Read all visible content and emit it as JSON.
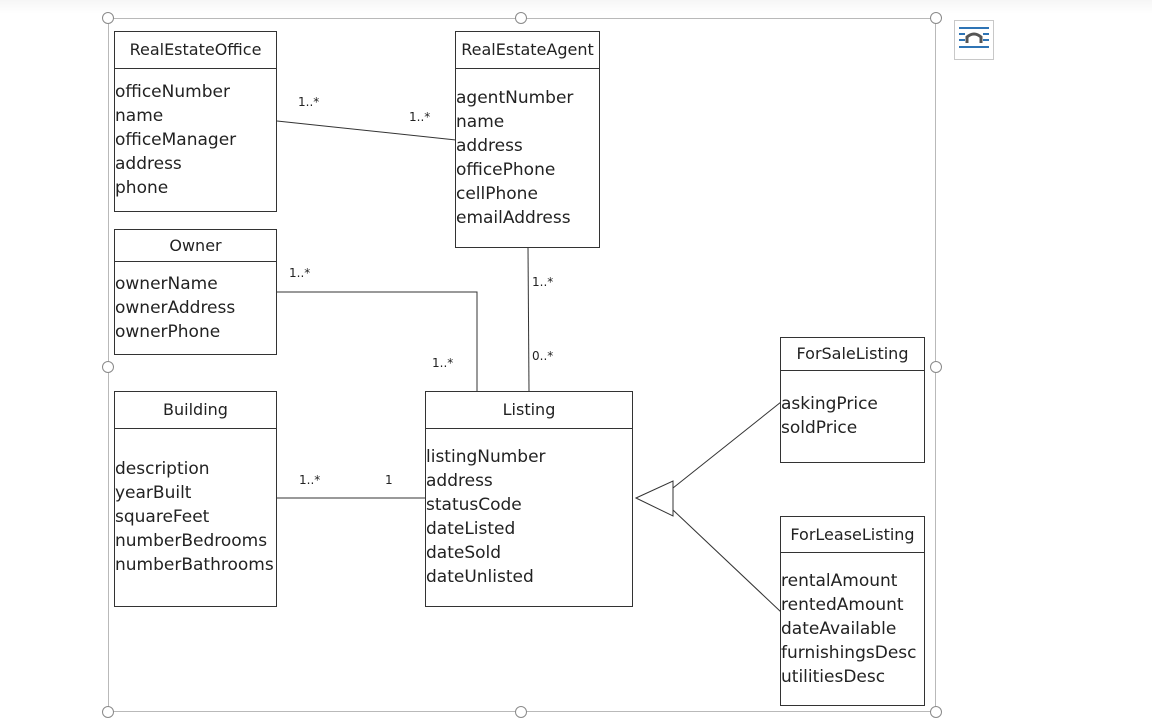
{
  "classes": {
    "real_estate_office": {
      "name": "RealEstateOffice",
      "attributes": [
        "officeNumber",
        "name",
        "officeManager",
        "address",
        "phone"
      ]
    },
    "real_estate_agent": {
      "name": "RealEstateAgent",
      "attributes": [
        "agentNumber",
        "name",
        "address",
        "officePhone",
        "cellPhone",
        "emailAddress"
      ]
    },
    "owner": {
      "name": "Owner",
      "attributes": [
        "ownerName",
        "ownerAddress",
        "ownerPhone"
      ]
    },
    "building": {
      "name": "Building",
      "attributes": [
        "description",
        "yearBuilt",
        "squareFeet",
        "numberBedrooms",
        "numberBathrooms"
      ]
    },
    "listing": {
      "name": "Listing",
      "attributes": [
        "listingNumber",
        "address",
        "statusCode",
        "dateListed",
        "dateSold",
        "dateUnlisted"
      ]
    },
    "for_sale_listing": {
      "name": "ForSaleListing",
      "attributes": [
        "askingPrice",
        "soldPrice"
      ]
    },
    "for_lease_listing": {
      "name": "ForLeaseListing",
      "attributes": [
        "rentalAmount",
        "rentedAmount",
        "dateAvailable",
        "furnishingsDesc",
        "utilitiesDesc"
      ]
    }
  },
  "multiplicities": {
    "office_agent_office_end": "1..*",
    "office_agent_agent_end": "1..*",
    "owner_listing_owner_end": "1..*",
    "owner_listing_listing_end": "1..*",
    "agent_listing_agent_end": "1..*",
    "agent_listing_listing_end": "0..*",
    "building_listing_building_end": "1..*",
    "building_listing_listing_end": "1"
  },
  "icons": {
    "layout_options": "wrap-text-icon"
  },
  "colors": {
    "line": "#333333",
    "frame": "#b9b9b9",
    "icon_accent": "#2e74b5"
  }
}
